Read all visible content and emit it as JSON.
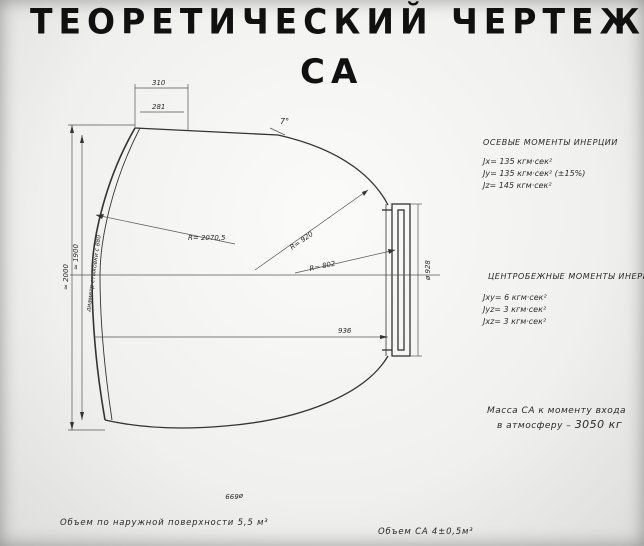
{
  "title": "ТЕОРЕТИЧЕСКИЙ ЧЕРТЕЖ",
  "subtitle": "СА",
  "dimensions": {
    "d310": "310",
    "d281": "281",
    "angle": "7°",
    "h2000": "≈ 2000",
    "h1900": "≈ 1900",
    "shield": "диаметр стыковки с 880",
    "r2070": "R= 2070,5",
    "r920": "R= 920",
    "r802": "R= 802",
    "d928": "ø 928",
    "d936": "936",
    "d699": "ø699"
  },
  "axial_moments": {
    "header": "ОСЕВЫЕ МОМЕНТЫ ИНЕРЦИИ",
    "lines": [
      "Jx= 135 кгм·сек²",
      "Jy= 135 кгм·сек²   (±15%)",
      "Jz= 145 кгм·сек²"
    ]
  },
  "centrifugal_moments": {
    "header": "ЦЕНТРОБЕЖНЫЕ МОМЕНТЫ ИНЕРЦИИ",
    "lines": [
      "Jxy= 6 кгм·сек²",
      "Jyz= 3 кгм·сек²",
      "Jxz= 3 кгм·сек²"
    ]
  },
  "mass": {
    "line1": "Масса СА к моменту входа",
    "line2": "в атмосферу –",
    "value": "3050 кг"
  },
  "bottom": {
    "outer_volume": "Объем по наружной поверхности  5,5 м³",
    "inner_volume": "Объем        СА   4±0,5м³"
  }
}
